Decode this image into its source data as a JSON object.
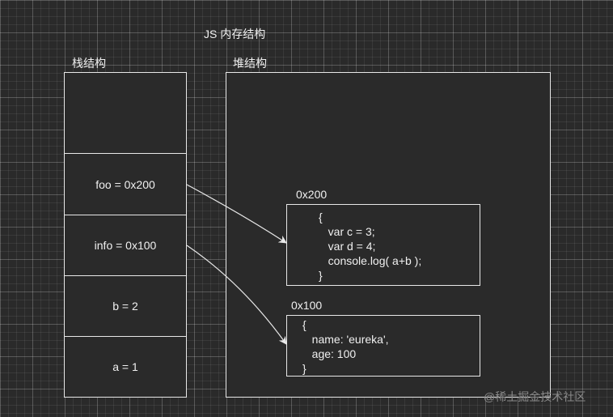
{
  "title": "JS 内存结构",
  "stack": {
    "label": "栈结构",
    "cells": [
      "",
      "foo = 0x200",
      "info = 0x100",
      "b = 2",
      "a = 1"
    ]
  },
  "heap": {
    "label": "堆结构",
    "objects": [
      {
        "address": "0x200",
        "lines": [
          "{",
          "   var c = 3;",
          "   var d = 4;",
          "   console.log( a+b );",
          "}"
        ]
      },
      {
        "address": "0x100",
        "lines": [
          "{",
          "   name: 'eureka',",
          "   age: 100",
          "}"
        ]
      }
    ]
  },
  "watermark": "@稀土掘金技术社区"
}
